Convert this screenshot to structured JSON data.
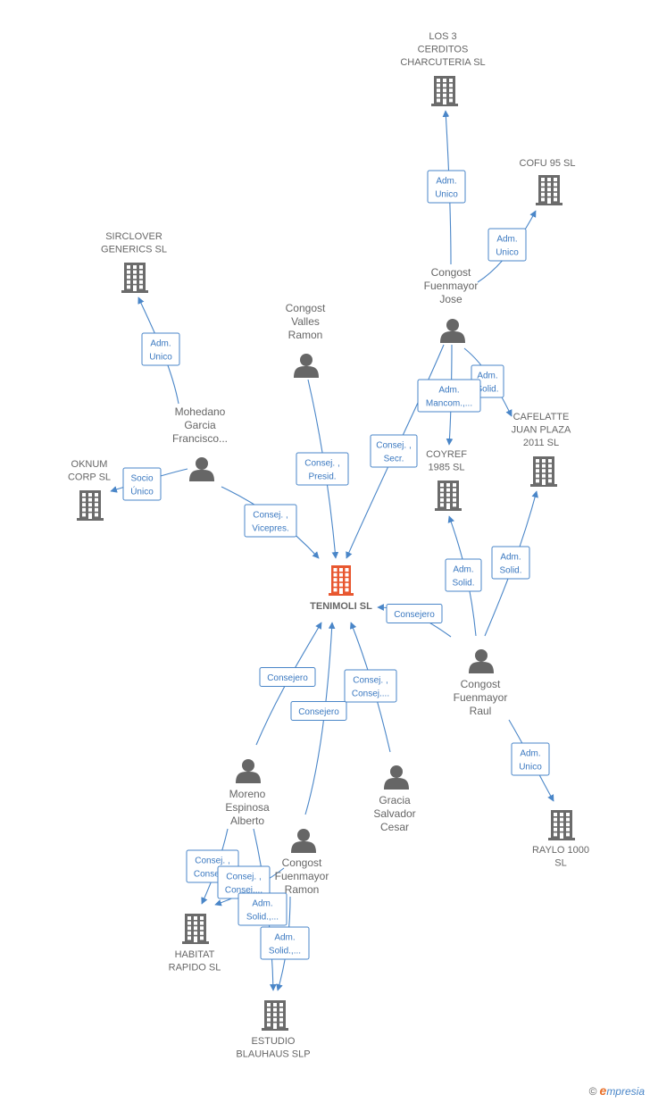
{
  "colors": {
    "edge": "#4a86c8",
    "company": "#6b6b6b",
    "center": "#e8572f",
    "person": "#666666"
  },
  "nodes": [
    {
      "id": "tenimoli",
      "type": "center",
      "label": [
        "TENIMOLI  SL"
      ]
    },
    {
      "id": "los3",
      "type": "company",
      "label": [
        "LOS 3",
        "CERDITOS",
        "CHARCUTERIA SL"
      ]
    },
    {
      "id": "cofu",
      "type": "company",
      "label": [
        "COFU 95 SL"
      ]
    },
    {
      "id": "sirclover",
      "type": "company",
      "label": [
        "SIRCLOVER",
        "GENERICS  SL"
      ]
    },
    {
      "id": "oknum",
      "type": "company",
      "label": [
        "OKNUM",
        "CORP  SL"
      ]
    },
    {
      "id": "cafelatte",
      "type": "company",
      "label": [
        "CAFELATTE",
        "JUAN PLAZA",
        "2011 SL"
      ]
    },
    {
      "id": "coyref",
      "type": "company",
      "label": [
        "COYREF",
        "1985 SL"
      ]
    },
    {
      "id": "raylo",
      "type": "company",
      "label": [
        "RAYLO 1000",
        "SL"
      ]
    },
    {
      "id": "habitat",
      "type": "company",
      "label": [
        "HABITAT",
        "RAPIDO  SL"
      ]
    },
    {
      "id": "estudio",
      "type": "company",
      "label": [
        "ESTUDIO",
        "BLAUHAUS SLP"
      ]
    },
    {
      "id": "cjose",
      "type": "person",
      "label": [
        "Congost",
        "Fuenmayor",
        "Jose"
      ]
    },
    {
      "id": "cvalles",
      "type": "person",
      "label": [
        "Congost",
        "Valles",
        "Ramon"
      ]
    },
    {
      "id": "mohedano",
      "type": "person",
      "label": [
        "Mohedano",
        "Garcia",
        "Francisco..."
      ]
    },
    {
      "id": "craul",
      "type": "person",
      "label": [
        "Congost",
        "Fuenmayor",
        "Raul"
      ]
    },
    {
      "id": "moreno",
      "type": "person",
      "label": [
        "Moreno",
        "Espinosa",
        "Alberto"
      ]
    },
    {
      "id": "cramon",
      "type": "person",
      "label": [
        "Congost",
        "Fuenmayor",
        "Ramon"
      ]
    },
    {
      "id": "gracia",
      "type": "person",
      "label": [
        "Gracia",
        "Salvador",
        "Cesar"
      ]
    }
  ],
  "edges": [
    {
      "id": "e-jose-los3",
      "label": [
        "Adm.",
        "Unico"
      ]
    },
    {
      "id": "e-jose-cofu",
      "label": [
        "Adm.",
        "Unico"
      ]
    },
    {
      "id": "e-jose-cafelatte",
      "label": [
        "Adm.",
        "Solid."
      ]
    },
    {
      "id": "e-jose-coyref",
      "label": [
        "Adm.",
        "Mancom.,..."
      ]
    },
    {
      "id": "e-jose-tenimoli",
      "label": [
        "Consej. ,",
        "Secr."
      ]
    },
    {
      "id": "e-valles-tenimoli",
      "label": [
        "Consej. ,",
        "Presid."
      ]
    },
    {
      "id": "e-mohedano-sirclover",
      "label": [
        "Adm.",
        "Unico"
      ]
    },
    {
      "id": "e-mohedano-oknum",
      "label": [
        "Socio",
        "Único"
      ]
    },
    {
      "id": "e-mohedano-tenimoli",
      "label": [
        "Consej. ,",
        "Vicepres."
      ]
    },
    {
      "id": "e-raul-coyref",
      "label": [
        "Adm.",
        "Solid."
      ]
    },
    {
      "id": "e-raul-cafelatte",
      "label": [
        "Adm.",
        "Solid."
      ]
    },
    {
      "id": "e-raul-tenimoli",
      "label": [
        "Consejero"
      ]
    },
    {
      "id": "e-raul-raylo",
      "label": [
        "Adm.",
        "Unico"
      ]
    },
    {
      "id": "e-moreno-tenimoli",
      "label": [
        "Consejero"
      ]
    },
    {
      "id": "e-ramon-tenimoli",
      "label": [
        "Consejero"
      ]
    },
    {
      "id": "e-gracia-tenimoli",
      "label": [
        "Consej. ,",
        "Consej...."
      ]
    },
    {
      "id": "e-moreno-habitat",
      "label": [
        "Consej. ,",
        "Consej...."
      ]
    },
    {
      "id": "e-ramon-habitat",
      "label": [
        "Consej. ,",
        "Consej...."
      ]
    },
    {
      "id": "e-moreno-estudio",
      "label": [
        "Adm.",
        "Solid.,..."
      ]
    },
    {
      "id": "e-ramon-estudio",
      "label": [
        "Adm.",
        "Solid.,..."
      ]
    }
  ],
  "footer": {
    "copyright": "©",
    "brand_initial": "e",
    "brand_rest": "mpresia"
  }
}
